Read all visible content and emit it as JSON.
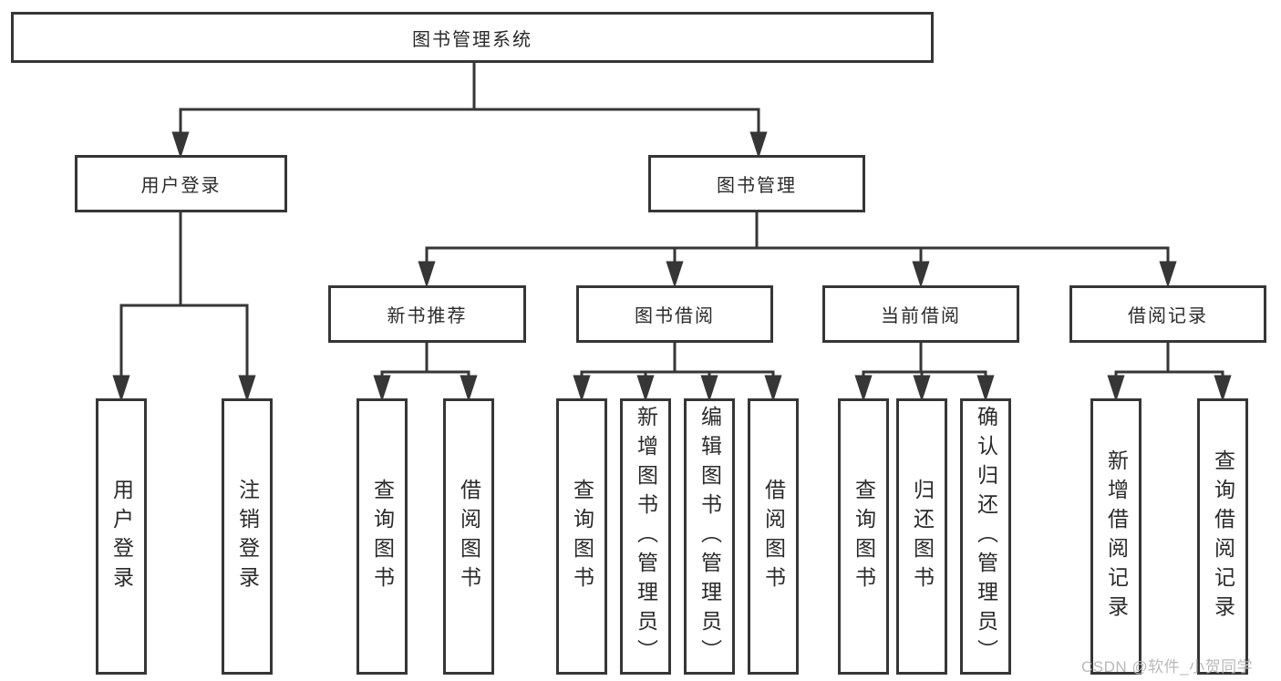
{
  "tree": {
    "label": "图书管理系统",
    "children": [
      {
        "label": "用户登录",
        "children": [
          {
            "label": "用户登录"
          },
          {
            "label": "注销登录"
          }
        ]
      },
      {
        "label": "图书管理",
        "children": [
          {
            "label": "新书推荐",
            "children": [
              {
                "label": "查询图书"
              },
              {
                "label": "借阅图书"
              }
            ]
          },
          {
            "label": "图书借阅",
            "children": [
              {
                "label": "查询图书"
              },
              {
                "label": "新增图书（管理员）"
              },
              {
                "label": "编辑图书（管理员）"
              },
              {
                "label": "借阅图书"
              }
            ]
          },
          {
            "label": "当前借阅",
            "children": [
              {
                "label": "查询图书"
              },
              {
                "label": "归还图书"
              },
              {
                "label": "确认归还（管理员）"
              }
            ]
          },
          {
            "label": "借阅记录",
            "children": [
              {
                "label": "新增借阅记录"
              },
              {
                "label": "查询借阅记录"
              }
            ]
          }
        ]
      }
    ]
  },
  "watermark": {
    "text": "CSDN @软件_小贺同学"
  },
  "colors": {
    "line": "#363636",
    "box_border": "#363636",
    "text": "#2a2a2a",
    "watermark": "#b9b9b9",
    "background": "#ffffff"
  }
}
